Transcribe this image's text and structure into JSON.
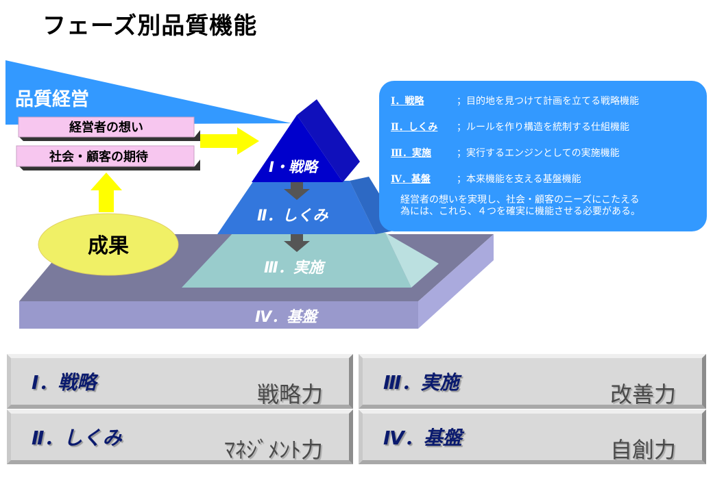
{
  "title": "フェーズ別品質機能",
  "left": {
    "banner": "品質経営",
    "box1": "経営者の想い",
    "box2": "社会・顧客の期待",
    "result": "成果"
  },
  "pyramid": {
    "level1": "Ⅰ・戦略",
    "level2": "Ⅱ．しくみ",
    "level3": "Ⅲ．実施",
    "level4": "Ⅳ．基盤"
  },
  "info": {
    "rows": [
      {
        "key": "Ⅰ．戦略",
        "value": "；目的地を見つけて計画を立てる戦略機能"
      },
      {
        "key": "Ⅱ．しくみ",
        "value": "；ルールを作り構造を統制する仕組機能"
      },
      {
        "key": "Ⅲ．実施",
        "value": "；実行するエンジンとしての実施機能"
      },
      {
        "key": "Ⅳ．基盤",
        "value": "；本来機能を支える基盤機能"
      }
    ],
    "note_line1": "経営者の想いを実現し、社会・顧客のニーズにこたえる",
    "note_line2": "為には、これら、４つを確実に機能させる必要がある。"
  },
  "panels": [
    {
      "title": "Ⅰ．戦略",
      "value": "戦略力"
    },
    {
      "title": "Ⅲ．実施",
      "value": "改善力"
    },
    {
      "title": "Ⅱ．しくみ",
      "value": "ﾏﾈｼﾞﾒﾝﾄ力"
    },
    {
      "title": "Ⅳ．基盤",
      "value": "自創力"
    }
  ],
  "colors": {
    "banner_blue": "#3399ff",
    "pink_box": "#f7c6ef",
    "yellow_arrow": "#ffff00",
    "result_ellipse": "#f0f066",
    "level1": "#0000cc",
    "level2": "#3377dd",
    "level3": "#99cccc",
    "level4": "#9999cc",
    "panel_text": "#0a1a6e"
  }
}
